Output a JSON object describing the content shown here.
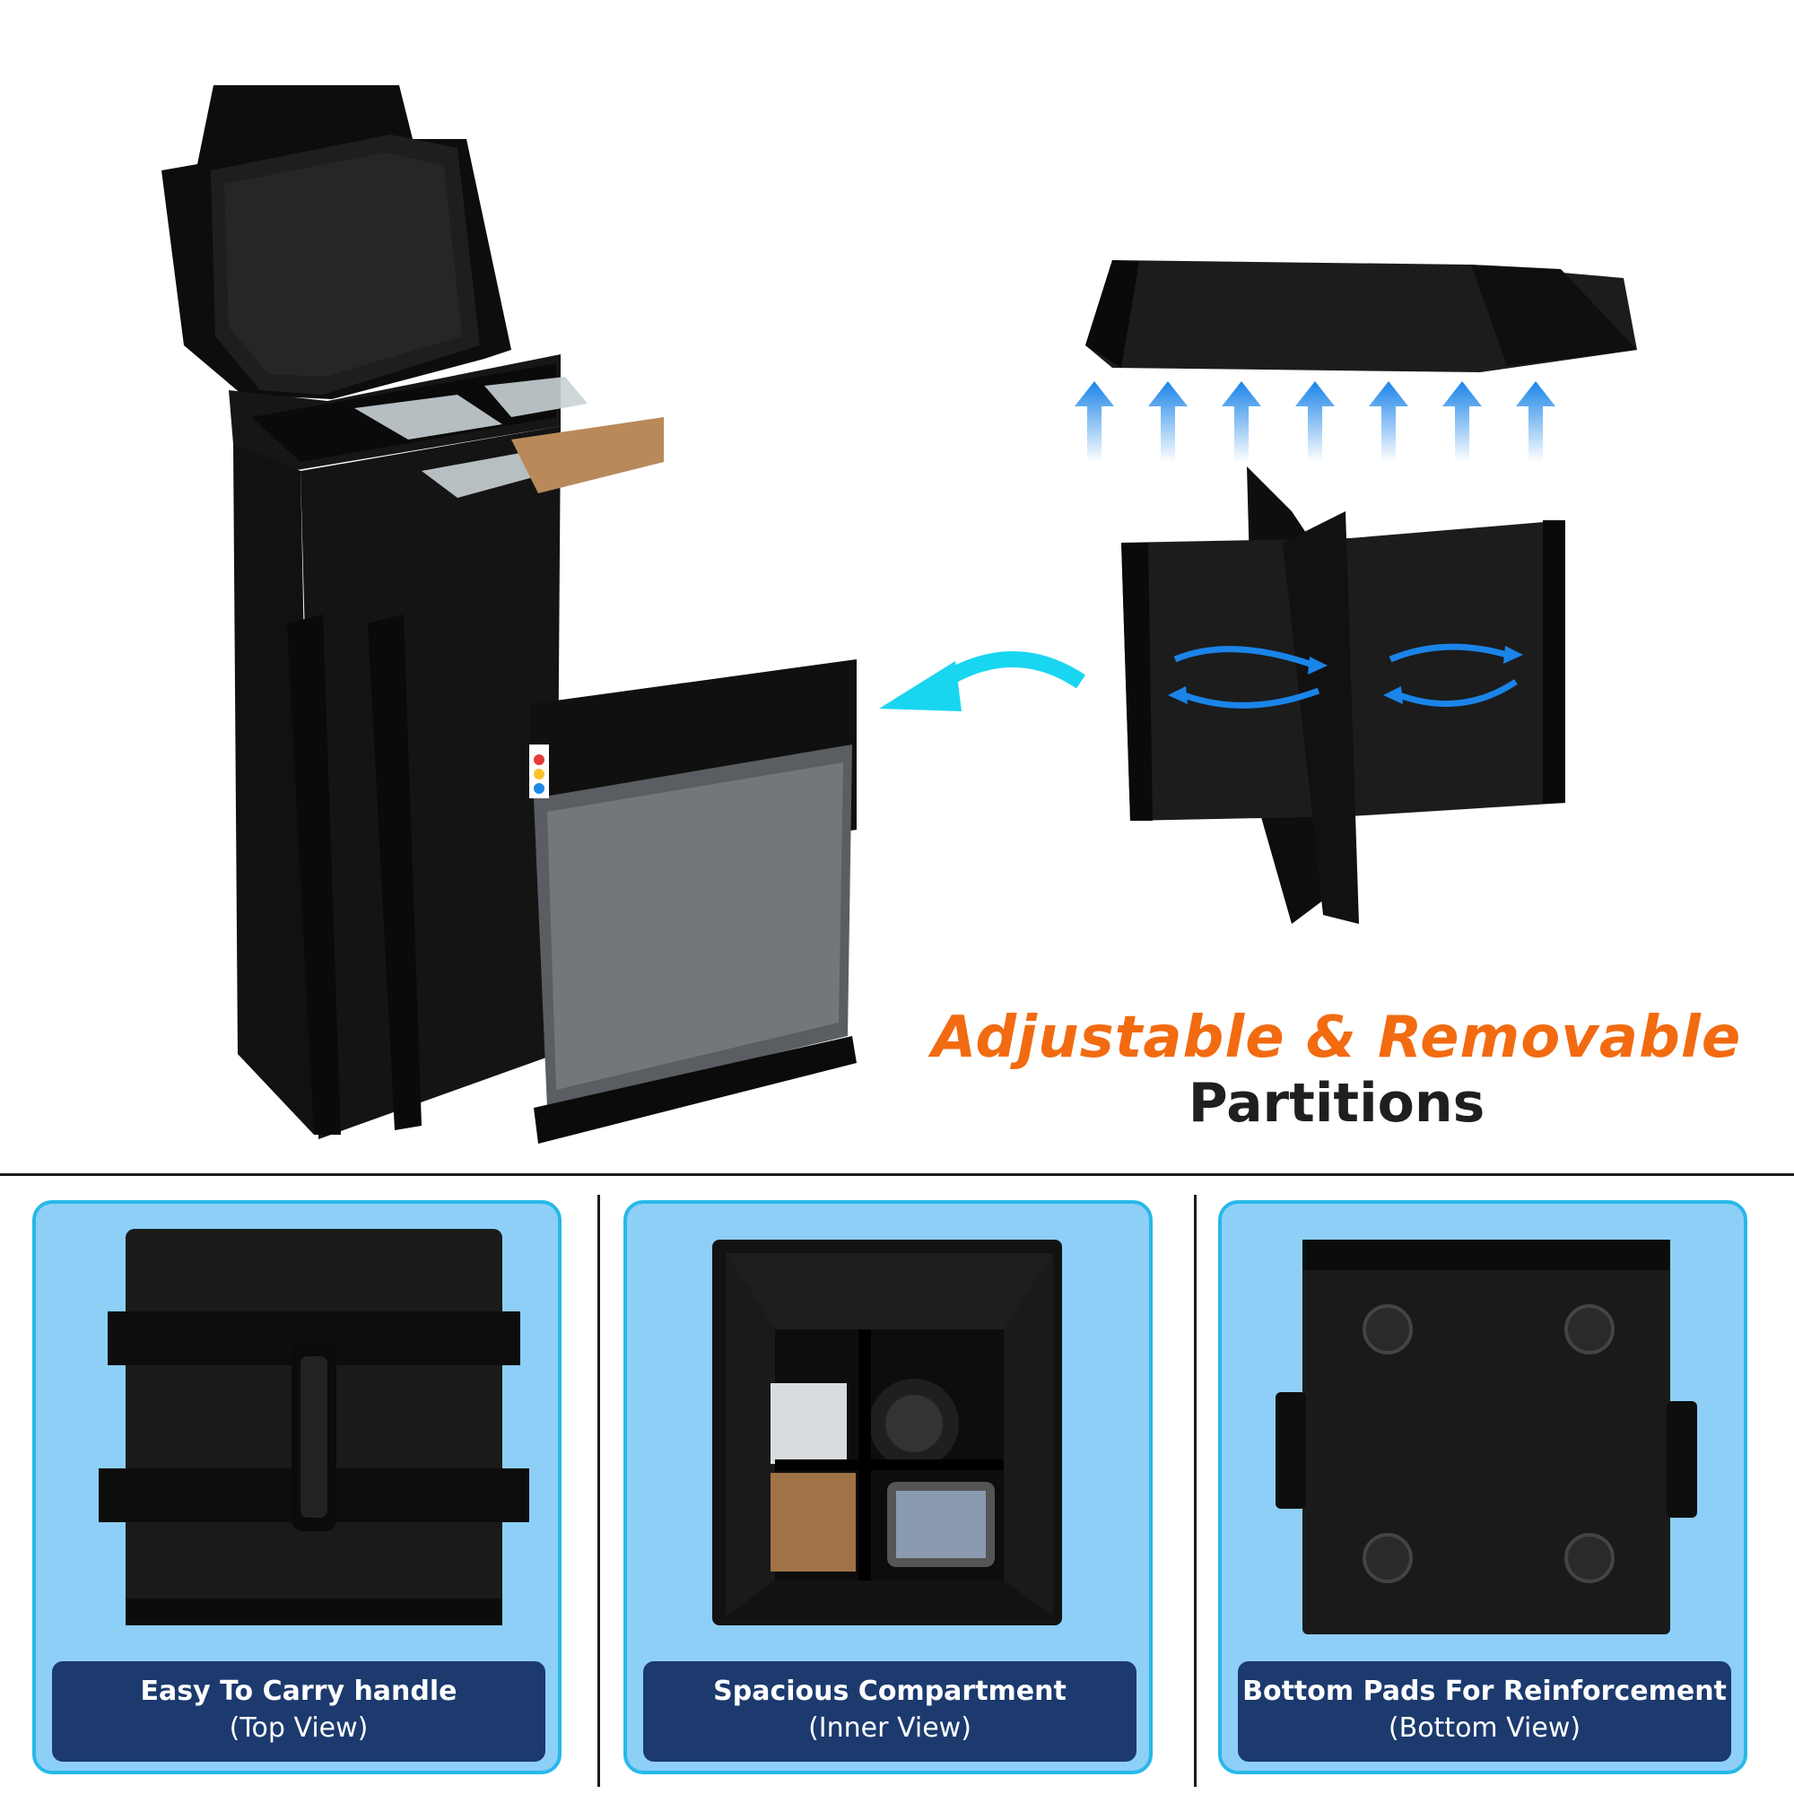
{
  "headline": {
    "line1": "Adjustable & Removable",
    "line2": "Partitions"
  },
  "colors": {
    "accent_orange": "#f26b11",
    "arrow_blue": "#1a84e8",
    "arrow_cyan": "#19d6f0",
    "card_bg": "#8ecff8",
    "card_border": "#27b8e9",
    "caption_bg": "#1c3a6e"
  },
  "cards": [
    {
      "title": "Easy To Carry handle",
      "subtitle": "(Top View)",
      "icon": "bag-top-view"
    },
    {
      "title": "Spacious Compartment",
      "subtitle": "(Inner View)",
      "icon": "bag-inner-view"
    },
    {
      "title": "Bottom Pads For Reinforcement",
      "subtitle": "(Bottom View)",
      "icon": "bag-bottom-view"
    }
  ],
  "arrows": {
    "up_count": 7
  }
}
